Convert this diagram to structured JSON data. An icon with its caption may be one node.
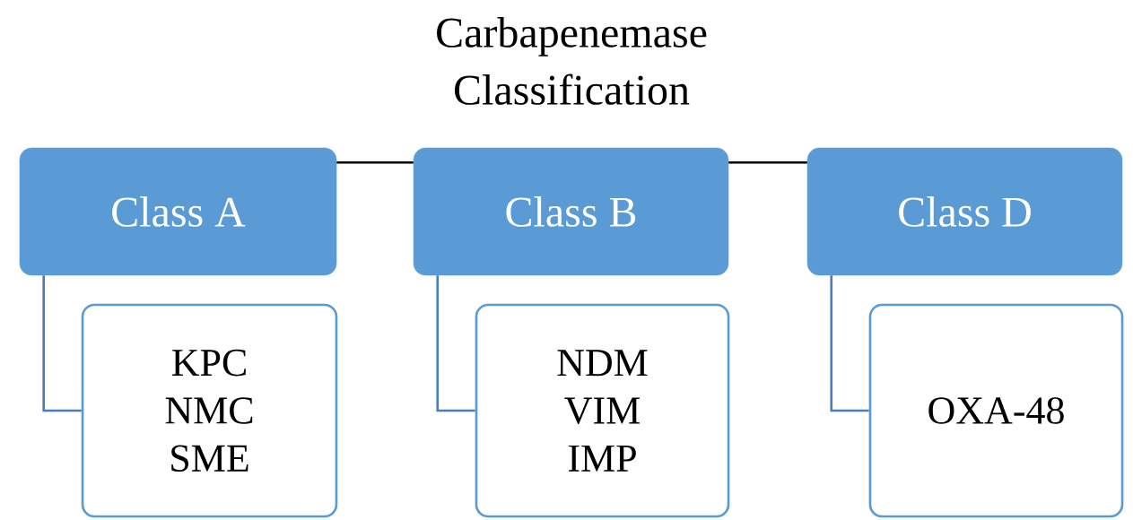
{
  "diagram": {
    "title": "Carbapenemase Classification",
    "nodes": [
      {
        "text": [
          "Class A"
        ]
      },
      {
        "text": [
          "Class B"
        ]
      },
      {
        "text": [
          "Class D"
        ]
      },
      {
        "text": [
          "KPC",
          "NMC",
          "SME"
        ]
      },
      {
        "text": [
          "NDM",
          "VIM",
          "IMP"
        ]
      },
      {
        "text": [
          "OXA-48"
        ]
      }
    ],
    "edges": [
      {
        "from": 0,
        "to": 1,
        "arrow": "none",
        "color": "#000000"
      },
      {
        "from": 1,
        "to": 2,
        "arrow": "none",
        "color": "#000000"
      },
      {
        "from": 0,
        "to": 3,
        "arrow": "none"
      },
      {
        "from": 1,
        "to": 4,
        "arrow": "none"
      },
      {
        "from": 2,
        "to": 5,
        "arrow": "none"
      }
    ]
  }
}
